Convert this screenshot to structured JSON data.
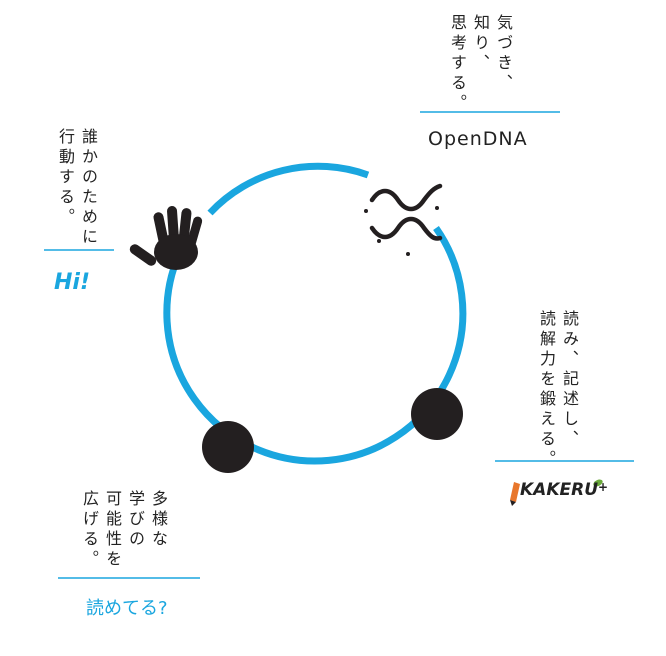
{
  "colors": {
    "accent": "#1aa6df",
    "ink": "#222222",
    "dot": "#231f20"
  },
  "sections": {
    "opendna": {
      "tagline": [
        "気づき、",
        "知り、",
        "思考する。"
      ],
      "logo": "OpenDNA",
      "icon": "dna-helix-icon"
    },
    "hi": {
      "tagline": [
        "誰かのために",
        "行動する。"
      ],
      "logo": "Hi!",
      "icon": "hand-icon"
    },
    "kakeru": {
      "tagline": [
        "読み、記述し、",
        "読解力を鍛える。"
      ],
      "logo_main": "KAKERU",
      "logo_plus": "+",
      "icon": "pencil-icon"
    },
    "yometeru": {
      "tagline": [
        "多様な",
        "学びの",
        "可能性を",
        "広げる。"
      ],
      "logo": "読めてる?"
    }
  }
}
